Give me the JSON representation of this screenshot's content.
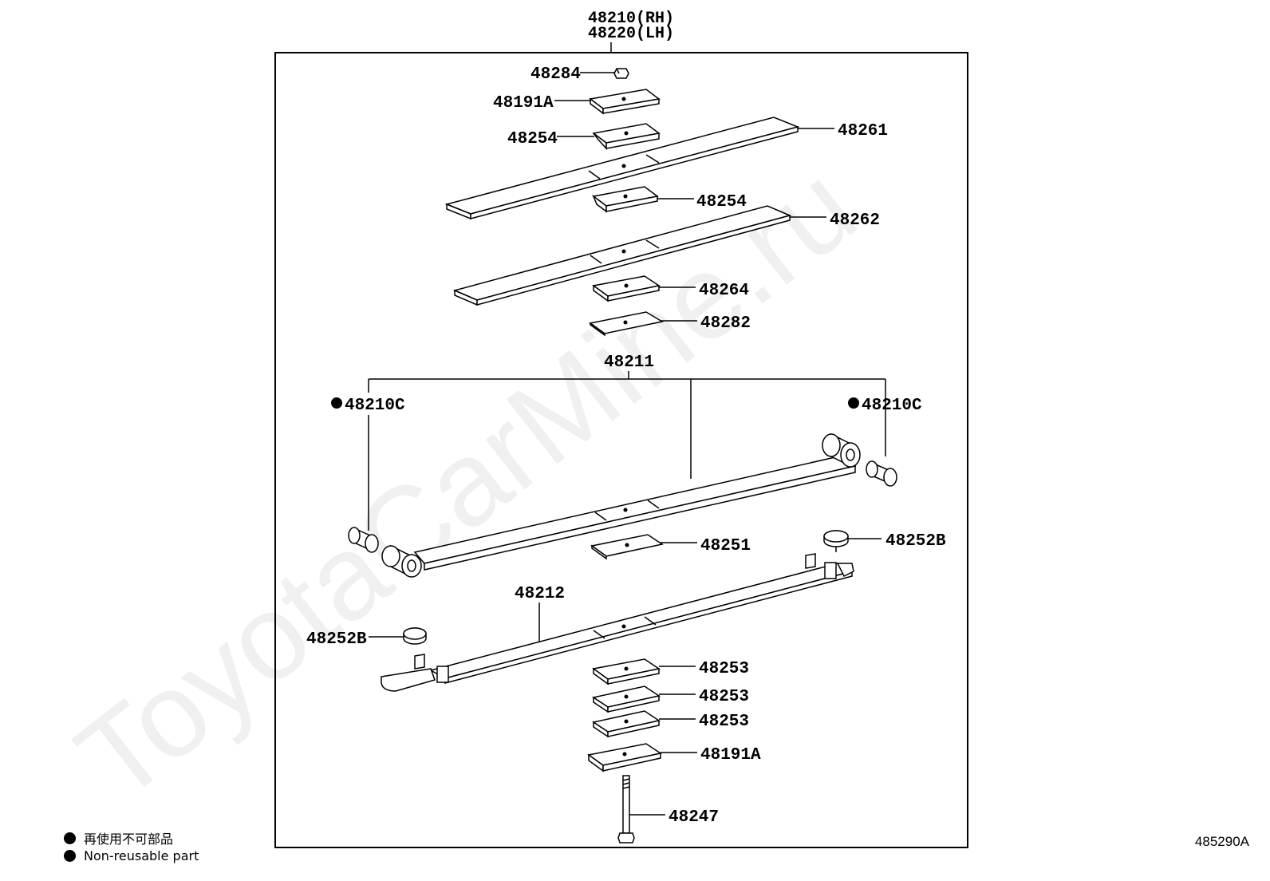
{
  "watermark": "ToyotaCarMine.ru",
  "assembly": {
    "rh": "48210(RH)",
    "lh": "48220(LH)"
  },
  "parts": {
    "p48284": "48284",
    "p48191a_top": "48191A",
    "p48254_upper": "48254",
    "p48261": "48261",
    "p48254_lower": "48254",
    "p48262": "48262",
    "p48264": "48264",
    "p48282": "48282",
    "p48211": "48211",
    "p48210c_left": "48210C",
    "p48210c_right": "48210C",
    "p48251": "48251",
    "p48252b_right": "48252B",
    "p48212": "48212",
    "p48252b_left": "48252B",
    "p48253_1": "48253",
    "p48253_2": "48253",
    "p48253_3": "48253",
    "p48191a_bottom": "48191A",
    "p48247": "48247"
  },
  "legend": {
    "jp": "再使用不可部品",
    "en": "Non-reusable part"
  },
  "diagram_id": "485290A"
}
